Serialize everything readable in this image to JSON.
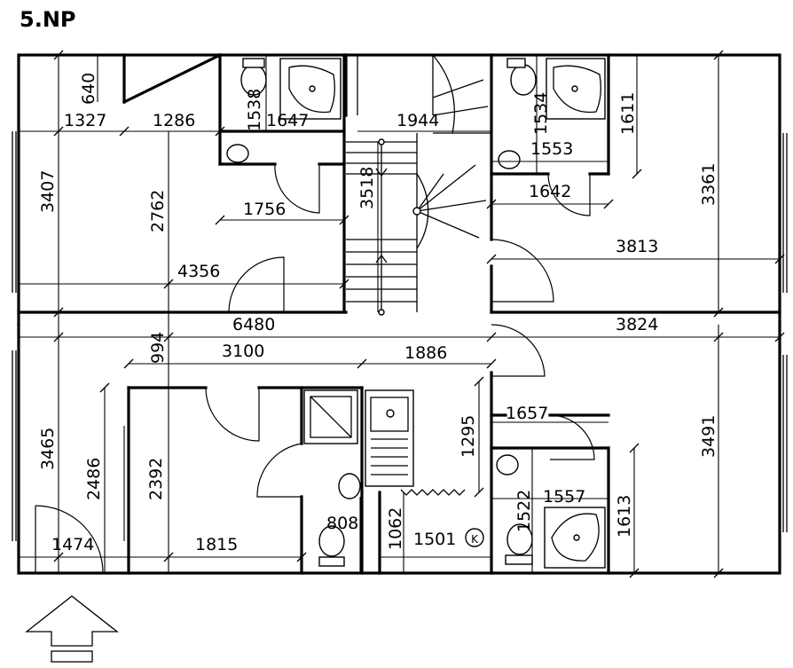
{
  "title": "5.NP",
  "dimensions": [
    {
      "id": "d640",
      "text": "640"
    },
    {
      "id": "d1327",
      "text": "1327"
    },
    {
      "id": "d1286",
      "text": "1286"
    },
    {
      "id": "d1538",
      "text": "1538"
    },
    {
      "id": "d1647",
      "text": "1647"
    },
    {
      "id": "d1944",
      "text": "1944"
    },
    {
      "id": "d1534",
      "text": "1534"
    },
    {
      "id": "d1611",
      "text": "1611"
    },
    {
      "id": "d1553",
      "text": "1553"
    },
    {
      "id": "d3407",
      "text": "3407"
    },
    {
      "id": "d2762",
      "text": "2762"
    },
    {
      "id": "d3518",
      "text": "3518"
    },
    {
      "id": "d1756",
      "text": "1756"
    },
    {
      "id": "d1642",
      "text": "1642"
    },
    {
      "id": "d3361",
      "text": "3361"
    },
    {
      "id": "d3813",
      "text": "3813"
    },
    {
      "id": "d4356",
      "text": "4356"
    },
    {
      "id": "d6480",
      "text": "6480"
    },
    {
      "id": "d3824",
      "text": "3824"
    },
    {
      "id": "d994",
      "text": "994"
    },
    {
      "id": "d3100",
      "text": "3100"
    },
    {
      "id": "d1886",
      "text": "1886"
    },
    {
      "id": "d3465",
      "text": "3465"
    },
    {
      "id": "d2486",
      "text": "2486"
    },
    {
      "id": "d2392",
      "text": "2392"
    },
    {
      "id": "d1295",
      "text": "1295"
    },
    {
      "id": "d1657",
      "text": "1657"
    },
    {
      "id": "d3491",
      "text": "3491"
    },
    {
      "id": "d1557",
      "text": "1557"
    },
    {
      "id": "d1522",
      "text": "1522"
    },
    {
      "id": "d1613",
      "text": "1613"
    },
    {
      "id": "d808",
      "text": "808"
    },
    {
      "id": "d1062",
      "text": "1062"
    },
    {
      "id": "d1474",
      "text": "1474"
    },
    {
      "id": "d1815",
      "text": "1815"
    },
    {
      "id": "d1501",
      "text": "1501"
    }
  ],
  "boiler_symbol": "K",
  "icons": {
    "entrance": "entrance-arrow-icon",
    "bathtub": "bathtub-icon",
    "toilet": "toilet-icon",
    "washbasin": "washbasin-icon",
    "shower": "shower-tray-icon",
    "sink": "kitchen-sink-icon",
    "stairs": "spiral-stair-icon"
  }
}
